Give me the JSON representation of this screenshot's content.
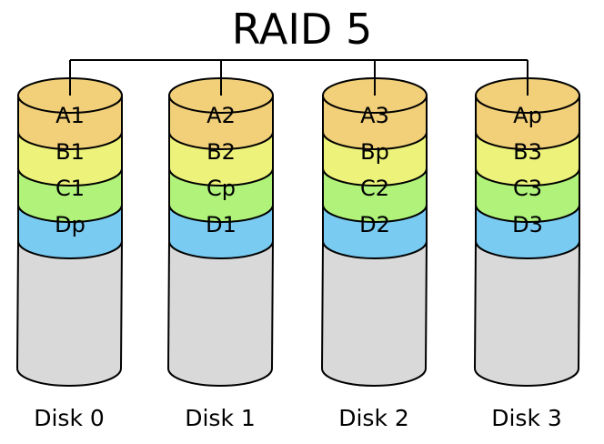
{
  "title": "RAID 5",
  "colors": {
    "row_a": "#f2d07a",
    "row_b": "#edf27a",
    "row_c": "#b0f27a",
    "row_d": "#7acbf2",
    "disk_body": "#d9d9d9",
    "line": "#000000"
  },
  "disks": [
    {
      "label": "Disk 0",
      "blocks": [
        "A1",
        "B1",
        "C1",
        "Dp"
      ]
    },
    {
      "label": "Disk 1",
      "blocks": [
        "A2",
        "B2",
        "Cp",
        "D1"
      ]
    },
    {
      "label": "Disk 2",
      "blocks": [
        "A3",
        "Bp",
        "C2",
        "D2"
      ]
    },
    {
      "label": "Disk 3",
      "blocks": [
        "Ap",
        "B3",
        "C3",
        "D3"
      ]
    }
  ]
}
